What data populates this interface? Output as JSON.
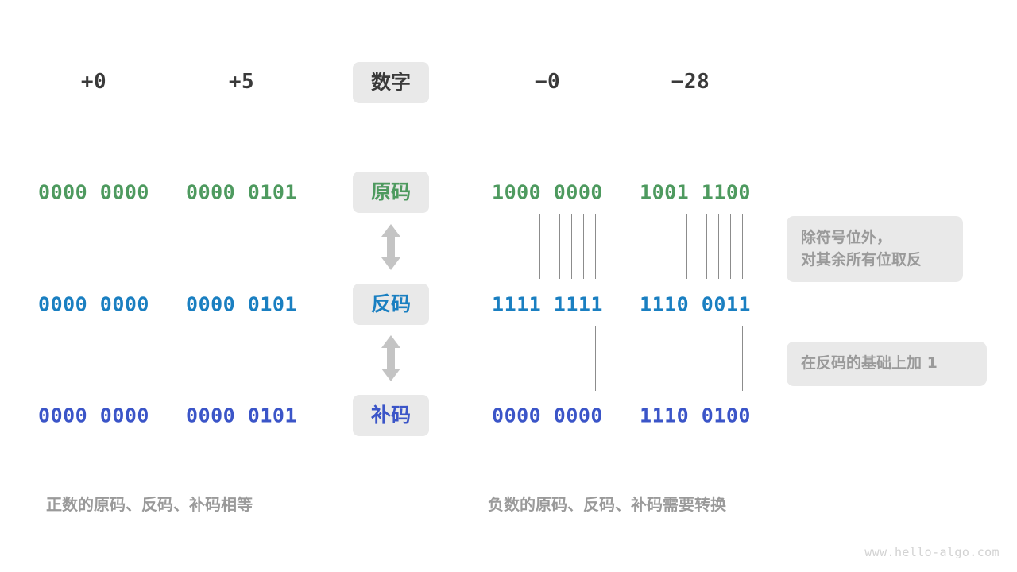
{
  "watermark": "www.hello-algo.com",
  "colors": {
    "positive_green": "#4e9a5f",
    "ones_blue": "#1a7fc1",
    "twos_indigo": "#3b55c8",
    "badge_bg": "#e9e9e9",
    "note_text": "#9a9a9a",
    "header_text": "#3a3a3a",
    "line": "#8c8c8c"
  },
  "header": {
    "label_badge": "数字",
    "columns": [
      "+0",
      "+5",
      "−0",
      "−28"
    ]
  },
  "rows": [
    {
      "badge": "原码",
      "badge_color": "green",
      "values": [
        "0000 0000",
        "0000 0101",
        "1000 0000",
        "1001 1100"
      ],
      "value_color": "green"
    },
    {
      "badge": "反码",
      "badge_color": "blue",
      "values": [
        "0000 0000",
        "0000 0101",
        "1111 1111",
        "1110 0011"
      ],
      "value_color": "blue"
    },
    {
      "badge": "补码",
      "badge_color": "indigo",
      "values": [
        "0000 0000",
        "0000 0101",
        "0000 0000",
        "1110 0100"
      ],
      "value_color": "indigo"
    }
  ],
  "notes": [
    {
      "text": "除符号位外，\n对其余所有位取反"
    },
    {
      "text": "在反码的基础上加  1"
    }
  ],
  "captions": {
    "left": "正数的原码、反码、补码相等",
    "right": "负数的原码、反码、补码需要转换"
  },
  "arrows": {
    "icon": "double-headed-vertical-arrow",
    "count": 2
  }
}
